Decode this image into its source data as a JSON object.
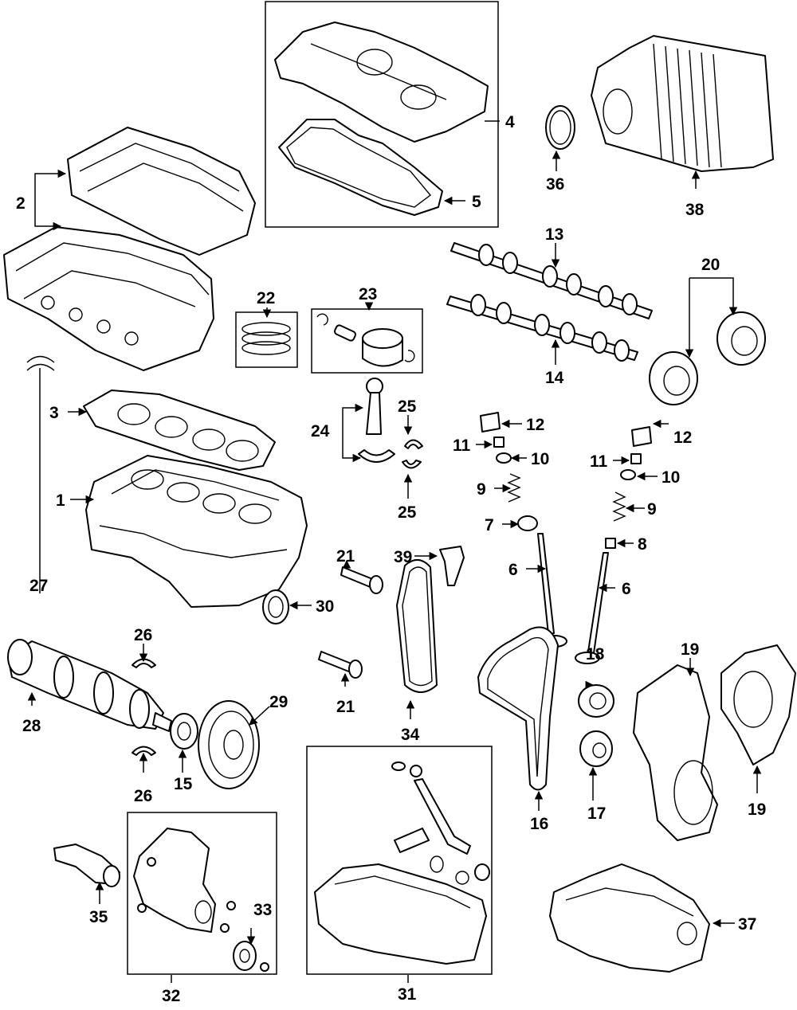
{
  "callouts": {
    "c1": "1",
    "c2": "2",
    "c3": "3",
    "c4": "4",
    "c5": "5",
    "c6a": "6",
    "c6b": "6",
    "c7": "7",
    "c8": "8",
    "c9a": "9",
    "c9b": "9",
    "c10a": "10",
    "c10b": "10",
    "c11a": "11",
    "c11b": "11",
    "c12a": "12",
    "c12b": "12",
    "c13": "13",
    "c14": "14",
    "c15": "15",
    "c16": "16",
    "c17": "17",
    "c18": "18",
    "c19a": "19",
    "c19b": "19",
    "c20": "20",
    "c21a": "21",
    "c21b": "21",
    "c22": "22",
    "c23": "23",
    "c24": "24",
    "c25a": "25",
    "c25b": "25",
    "c26a": "26",
    "c26b": "26",
    "c27": "27",
    "c28": "28",
    "c29": "29",
    "c30": "30",
    "c31": "31",
    "c32": "32",
    "c33": "33",
    "c34": "34",
    "c35": "35",
    "c36": "36",
    "c37": "37",
    "c38": "38",
    "c39": "39"
  },
  "colors": {
    "line": "#000000",
    "background": "#ffffff"
  }
}
